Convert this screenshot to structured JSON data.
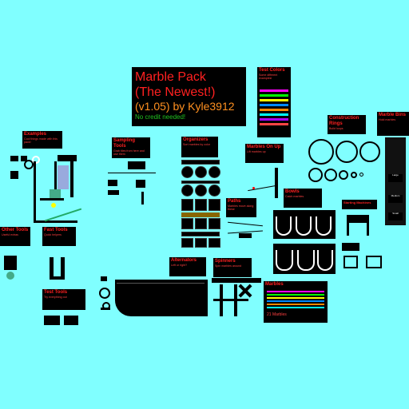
{
  "title_card": {
    "line1": "Marble Pack",
    "line2": "(The Newest!)",
    "line3": "(v1.05) by Kyle3912",
    "credit": "No credit needed!"
  },
  "cards": {
    "examples": {
      "title": "Examples",
      "sub": "Cool things made with this pack!"
    },
    "sampling_tools": {
      "title": "Sampling Tools",
      "sub": "Grab tiles from here and use them"
    },
    "organizers": {
      "title": "Organizers",
      "sub": "Sort marbles by color"
    },
    "marbles_on_up": {
      "title": "Marbles On Up",
      "sub": "Lift marbles up"
    },
    "paths": {
      "title": "Paths",
      "sub": "Marbles move along these"
    },
    "bowls": {
      "title": "Bowls",
      "sub": "Catch marbles"
    },
    "test_colors": {
      "title": "Test Colors",
      "sub": "Some different examples!"
    },
    "construction_rings": {
      "title": "Construction Rings",
      "sub": "Build loops"
    },
    "marble_bins": {
      "title": "Marble Bins",
      "sub": "Hold marbles"
    },
    "other_tools": {
      "title": "Other Tools",
      "sub": "Useful extras"
    },
    "fast_tools": {
      "title": "Fast Tools",
      "sub": "Quick helpers"
    },
    "test_tools": {
      "title": "Test Tools",
      "sub": "Try everything out"
    },
    "alternators": {
      "title": "Alternators",
      "sub": "Left or right?"
    },
    "spinners": {
      "title": "Spinners",
      "sub": "Spin marbles around"
    },
    "starting_machines": {
      "title": "Starting Machines",
      "sub": ""
    },
    "marbles": {
      "title": "Marbles",
      "sub": "21 Marbles"
    }
  },
  "bin_labels": [
    "Large",
    "Medium",
    "Small"
  ],
  "colors": {
    "background": "#80ffff",
    "card_bg": "#000000",
    "title_red": "#ff2020",
    "credit_green": "#20c020",
    "version_orange": "#ff9020"
  }
}
